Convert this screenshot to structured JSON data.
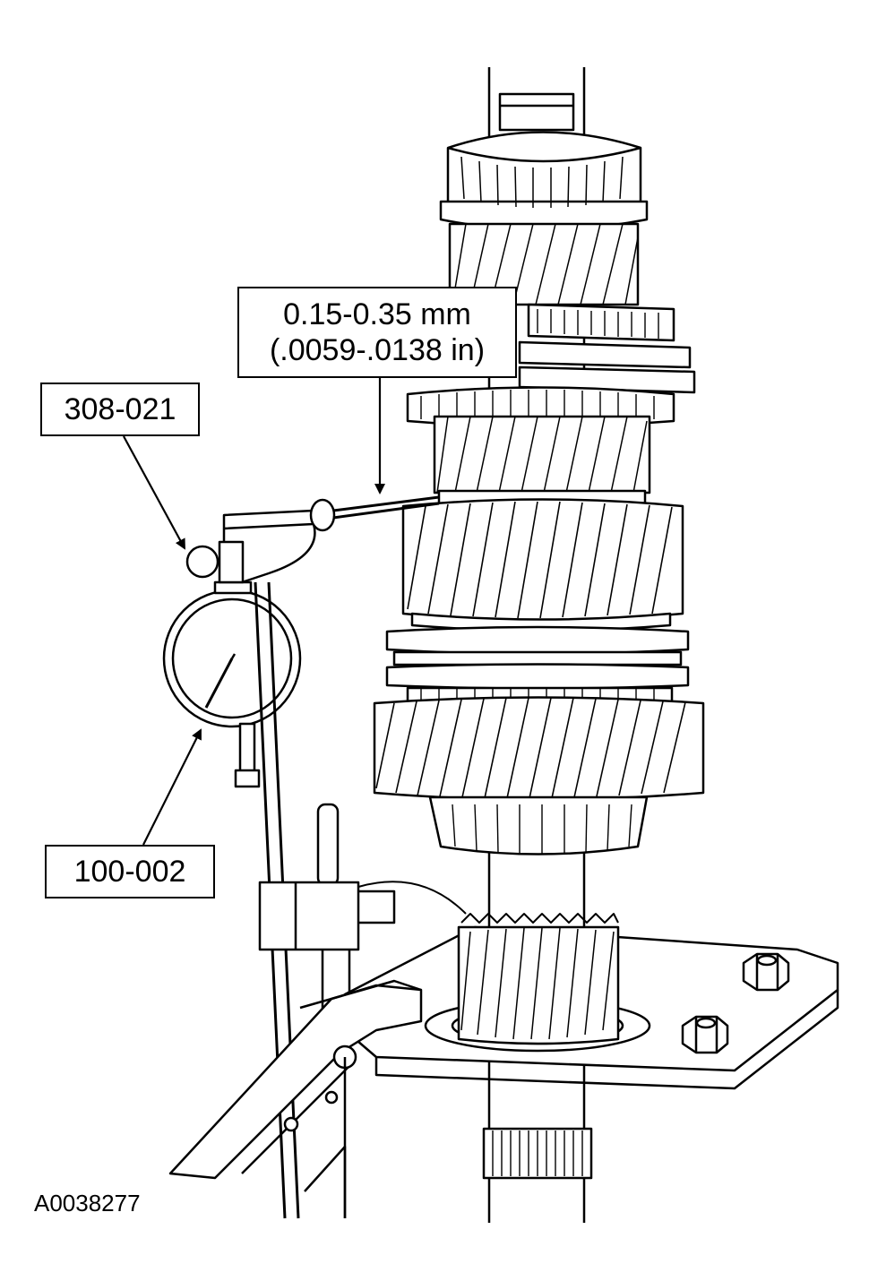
{
  "callouts": {
    "clearance": {
      "line1": "0.15-0.35 mm",
      "line2": "(.0059-.0138 in)"
    },
    "tool_308": "308-021",
    "tool_100": "100-002"
  },
  "figure_id": "A0038277",
  "colors": {
    "line": "#000000",
    "background": "#ffffff"
  }
}
